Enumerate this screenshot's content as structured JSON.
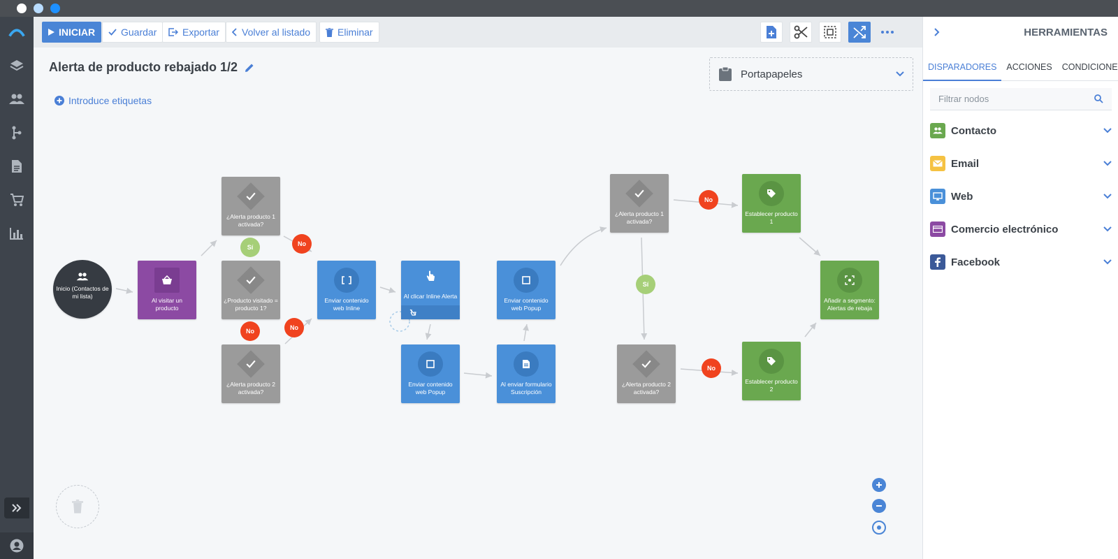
{
  "toolbar": {
    "start_label": "INICIAR",
    "save_label": "Guardar",
    "export_label": "Exportar",
    "back_label": "Volver al listado",
    "delete_label": "Eliminar"
  },
  "flow": {
    "title": "Alerta de producto rebajado 1/2",
    "tags_link": "Introduce etiquetas",
    "clipboard_label": "Portapapeles"
  },
  "nodes": {
    "start": "Inicio (Contactos de mi lista)",
    "visit": "Al visitar un producto",
    "alert1_a": "¿Alerta producto 1 activada?",
    "visited_eq": "¿Producto visitado = producto 1?",
    "alert2_a": "¿Alerta producto 2 activada?",
    "send_inline": "Enviar contenido web Inline",
    "click_inline": "Al clicar Inline Alerta",
    "send_popup_a": "Enviar contenido web Popup",
    "send_popup_b": "Enviar contenido web Popup",
    "form_submit": "Al enviar formulario Suscripción",
    "alert1_b": "¿Alerta producto 1 activada?",
    "alert2_b": "¿Alerta producto 2 activada?",
    "set_p1": "Establecer producto 1",
    "set_p2": "Establecer producto 2",
    "add_segment": "Añadir a segmento: Alertas de rebaja"
  },
  "badges": {
    "no": "No",
    "si": "Sí"
  },
  "panel": {
    "title": "HERRAMIENTAS",
    "tabs": [
      "DISPARADORES",
      "ACCIONES",
      "CONDICIONES"
    ],
    "filter_placeholder": "Filtrar nodos",
    "categories": [
      {
        "label": "Contacto",
        "color": "#6aa84f",
        "icon": "contacts-icon"
      },
      {
        "label": "Email",
        "color": "#f5c242",
        "icon": "email-icon"
      },
      {
        "label": "Web",
        "color": "#4a90d9",
        "icon": "monitor-icon"
      },
      {
        "label": "Comercio electrónico",
        "color": "#8c4aa3",
        "icon": "card-icon"
      },
      {
        "label": "Facebook",
        "color": "#3b5998",
        "icon": "facebook-icon"
      }
    ]
  },
  "colors": {
    "accent": "#4a85d6",
    "no_badge": "#f0431f",
    "si_badge": "#a6cf78",
    "condition_node": "#9b9b9b",
    "web_node": "#4a90d9",
    "contact_node": "#6aa84f",
    "trigger_node": "#8c4aa3"
  }
}
